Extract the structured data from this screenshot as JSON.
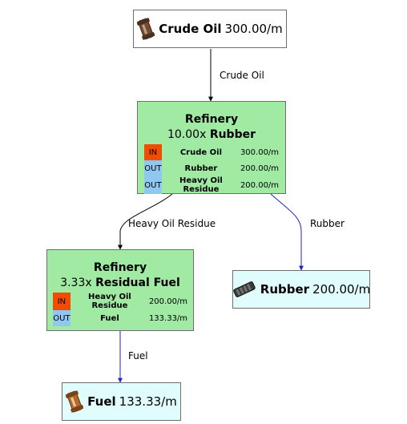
{
  "nodes": {
    "crude_oil_source": {
      "name": "Crude Oil",
      "rate": "300.00/m",
      "icon": "crude-oil-icon"
    },
    "refinery_rubber": {
      "title": "Refinery",
      "multiplier": "10.00x",
      "recipe": "Rubber",
      "rows": [
        {
          "dir": "IN",
          "item": "Crude Oil",
          "rate": "300.00/m"
        },
        {
          "dir": "OUT",
          "item": "Rubber",
          "rate": "200.00/m"
        },
        {
          "dir": "OUT",
          "item": "Heavy Oil Residue",
          "rate": "200.00/m"
        }
      ]
    },
    "refinery_fuel": {
      "title": "Refinery",
      "multiplier": "3.33x",
      "recipe": "Residual Fuel",
      "rows": [
        {
          "dir": "IN",
          "item": "Heavy Oil Residue",
          "rate": "200.00/m"
        },
        {
          "dir": "OUT",
          "item": "Fuel",
          "rate": "133.33/m"
        }
      ]
    },
    "rubber_output": {
      "name": "Rubber",
      "rate": "200.00/m",
      "icon": "rubber-icon"
    },
    "fuel_output": {
      "name": "Fuel",
      "rate": "133.33/m",
      "icon": "fuel-icon"
    }
  },
  "edges": {
    "crude_to_refinery": "Crude Oil",
    "refinery_to_fuel_refinery": "Heavy Oil Residue",
    "refinery_to_rubber": "Rubber",
    "fuel_refinery_to_fuel": "Fuel"
  },
  "colors": {
    "edge_black": "#000000",
    "edge_blue": "#2222cc",
    "recipe_node": "#a0eaa3",
    "output_node": "#e1fcfc",
    "input_tag": "#f24c00",
    "output_tag": "#8fc7f1"
  }
}
